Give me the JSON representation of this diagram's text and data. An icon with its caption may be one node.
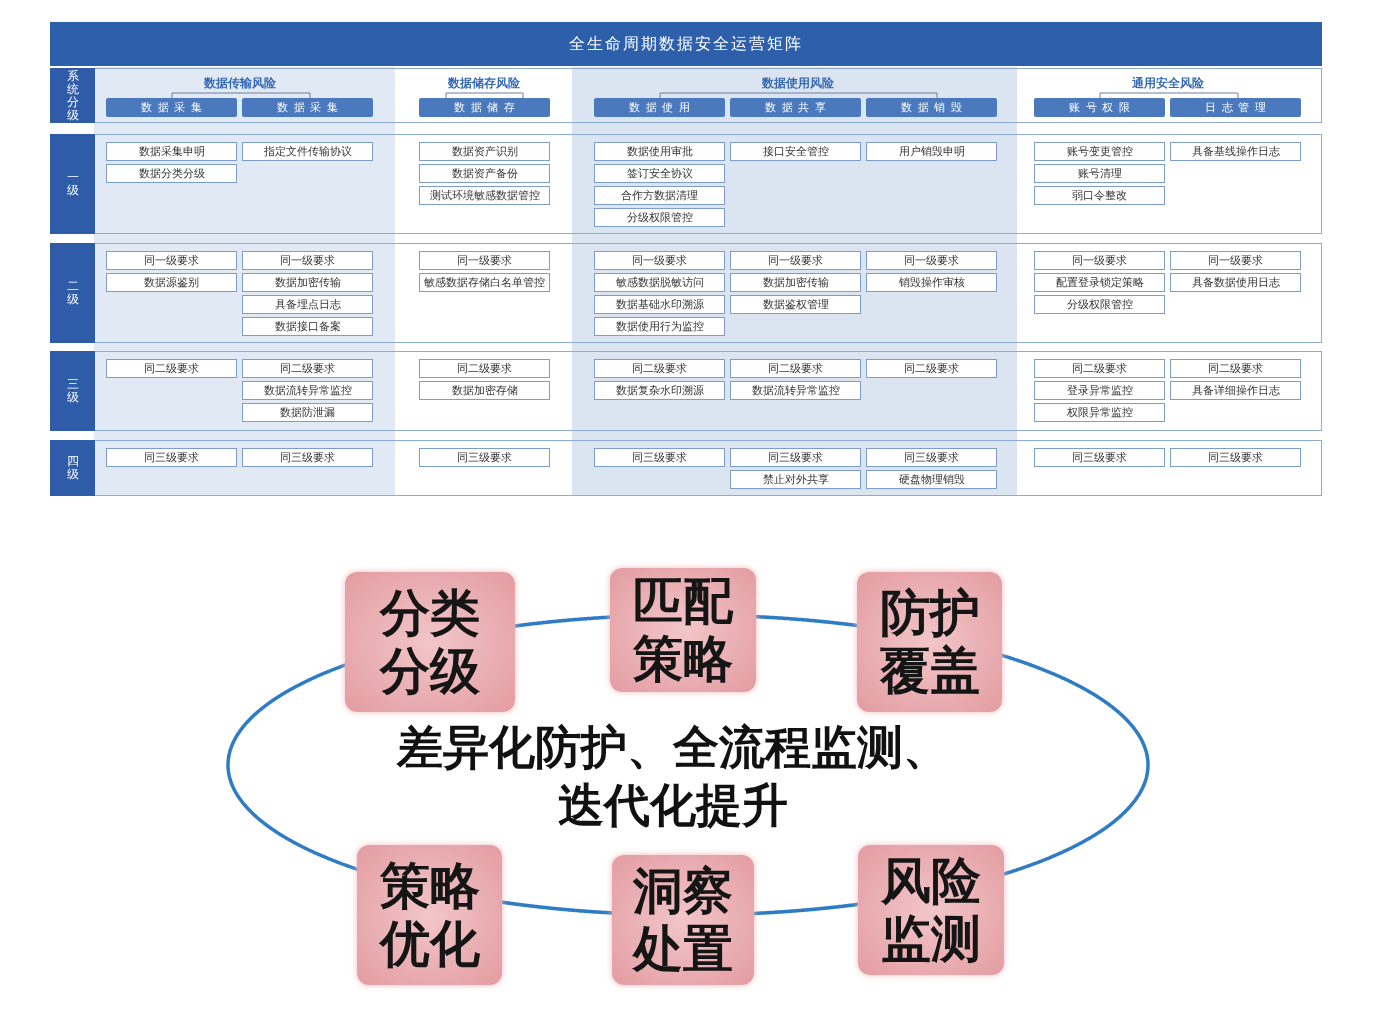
{
  "diagram": {
    "title": "全生命周期数据安全运营矩阵",
    "nodes": [
      {
        "text": [
          "系统分级"
        ]
      },
      {
        "text": [
          "数据采集"
        ],
        "in": 0
      },
      {
        "text": [
          "数据采集"
        ],
        "in": 0
      },
      {
        "text": [
          "数据储存"
        ],
        "in": 0
      },
      {
        "text": [
          "数据使用"
        ],
        "in": 0
      },
      {
        "text": [
          "数据共享"
        ],
        "in": 0
      },
      {
        "text": [
          "数据销毁"
        ],
        "in": 0
      },
      {
        "text": [
          "账号权限"
        ],
        "in": 0
      },
      {
        "text": [
          "日志管理"
        ],
        "in": 0
      },
      {
        "text": [
          "一级"
        ]
      },
      {
        "text": [
          "数据采集申明"
        ],
        "in": 9
      },
      {
        "text": [
          "指定文件传输协议"
        ],
        "in": 9
      },
      {
        "text": [
          "数据资产识别"
        ],
        "in": 9
      },
      {
        "text": [
          "数据使用审批"
        ],
        "in": 9
      },
      {
        "text": [
          "接口安全管控"
        ],
        "in": 9
      },
      {
        "text": [
          "用户销毁申明"
        ],
        "in": 9
      },
      {
        "text": [
          "账号变更管控"
        ],
        "in": 9
      },
      {
        "text": [
          "具备基线操作日志"
        ],
        "in": 9
      },
      {
        "text": [
          "数据分类分级"
        ],
        "in": 9
      },
      {
        "text": [
          "数据资产备份"
        ],
        "in": 9
      },
      {
        "text": [
          "签订安全协议"
        ],
        "in": 9
      },
      {
        "text": [
          "账号清理"
        ],
        "in": 9
      },
      {
        "text": [
          "测试环境敏感数据管控"
        ],
        "in": 9
      },
      {
        "text": [
          "合作方数据清理"
        ],
        "in": 9
      },
      {
        "text": [
          "弱口令整改"
        ],
        "in": 9
      },
      {
        "text": [
          "分级权限管控"
        ],
        "in": 9
      },
      {
        "text": [
          "二级"
        ]
      },
      {
        "text": [
          "同一级要求"
        ],
        "in": 26
      },
      {
        "text": [
          "同一级要求"
        ],
        "in": 26
      },
      {
        "text": [
          "同一级要求"
        ],
        "in": 26
      },
      {
        "text": [
          "同一级要求"
        ],
        "in": 26
      },
      {
        "text": [
          "同一级要求"
        ],
        "in": 26
      },
      {
        "text": [
          "同一级要求"
        ],
        "in": 26
      },
      {
        "text": [
          "同一级要求"
        ],
        "in": 26
      },
      {
        "text": [
          "同一级要求"
        ],
        "in": 26
      },
      {
        "text": [
          "数据源鉴别"
        ],
        "in": 26
      },
      {
        "text": [
          "数据加密传输"
        ],
        "in": 26
      },
      {
        "text": [
          "敏感数据存储白名单管控"
        ],
        "in": 26
      },
      {
        "text": [
          "敏感数据脱敏访问"
        ],
        "in": 26
      },
      {
        "text": [
          "数据加密传输"
        ],
        "in": 26
      },
      {
        "text": [
          "销毁操作审核"
        ],
        "in": 26
      },
      {
        "text": [
          "配置登录锁定策略"
        ],
        "in": 26
      },
      {
        "text": [
          "具备数据使用日志"
        ],
        "in": 26
      },
      {
        "text": [
          "具备埋点日志"
        ],
        "in": 26
      },
      {
        "text": [
          "数据基础水印溯源"
        ],
        "in": 26
      },
      {
        "text": [
          "数据鉴权管理"
        ],
        "in": 26
      },
      {
        "text": [
          "分级权限管控"
        ],
        "in": 26
      },
      {
        "text": [
          "数据接口备案"
        ],
        "in": 26
      },
      {
        "text": [
          "数据使用行为监控"
        ],
        "in": 26
      },
      {
        "text": [
          "三级"
        ]
      },
      {
        "text": [
          "同二级要求"
        ],
        "in": 49
      },
      {
        "text": [
          "同二级要求"
        ],
        "in": 49
      },
      {
        "text": [
          "同二级要求"
        ],
        "in": 49
      },
      {
        "text": [
          "同二级要求"
        ],
        "in": 49
      },
      {
        "text": [
          "同二级要求"
        ],
        "in": 49
      },
      {
        "text": [
          "同二级要求"
        ],
        "in": 49
      },
      {
        "text": [
          "同二级要求"
        ],
        "in": 49
      },
      {
        "text": [
          "同二级要求"
        ],
        "in": 49
      },
      {
        "text": [
          "数据流转异常监控"
        ],
        "in": 49
      },
      {
        "text": [
          "数据加密存储"
        ],
        "in": 49
      },
      {
        "text": [
          "数据复杂水印溯源"
        ],
        "in": 49
      },
      {
        "text": [
          "数据流转异常监控"
        ],
        "in": 49
      },
      {
        "text": [
          "登录异常监控"
        ],
        "in": 49
      },
      {
        "text": [
          "具备详细操作日志"
        ],
        "in": 49
      },
      {
        "text": [
          "数据防泄漏"
        ],
        "in": 49
      },
      {
        "text": [
          "权限异常监控"
        ],
        "in": 49
      },
      {
        "text": [
          "四级"
        ]
      },
      {
        "text": [
          "同三级要求"
        ],
        "in": 66
      },
      {
        "text": [
          "同三级要求"
        ],
        "in": 66
      },
      {
        "text": [
          "同三级要求"
        ],
        "in": 66
      },
      {
        "text": [
          "同三级要求"
        ],
        "in": 66
      },
      {
        "text": [
          "同三级要求"
        ],
        "in": 66
      },
      {
        "text": [
          "同三级要求"
        ],
        "in": 66
      },
      {
        "text": [
          "同三级要求"
        ],
        "in": 66
      },
      {
        "text": [
          "同三级要求"
        ],
        "in": 66
      },
      {
        "text": [
          "禁止对外共享"
        ],
        "in": 66
      },
      {
        "text": [
          "硬盘物理销毁"
        ],
        "in": 66
      },
      {
        "text": [
          "分类分级"
        ]
      },
      {
        "text": [
          "匹配策略"
        ]
      },
      {
        "text": [
          "防护覆盖"
        ]
      },
      {
        "text": [
          "策略优化"
        ]
      },
      {
        "text": [
          "洞察处置"
        ]
      },
      {
        "text": [
          "风险监测"
        ]
      }
    ],
    "edges": [
      {
        "from": 77,
        "to": 78,
        "arrow": "none"
      },
      {
        "from": 78,
        "to": 79,
        "arrow": "none"
      },
      {
        "from": 79,
        "to": 82,
        "arrow": "none"
      },
      {
        "from": 82,
        "to": 81,
        "arrow": "none"
      },
      {
        "from": 81,
        "to": 80,
        "arrow": "none"
      },
      {
        "from": 80,
        "to": 77,
        "arrow": "none"
      }
    ],
    "labels": [
      "数据传输风险",
      "数据储存风险",
      "数据使用风险",
      "通用安全风险",
      "差异化防护、全流程监测、迭代化提升"
    ]
  }
}
